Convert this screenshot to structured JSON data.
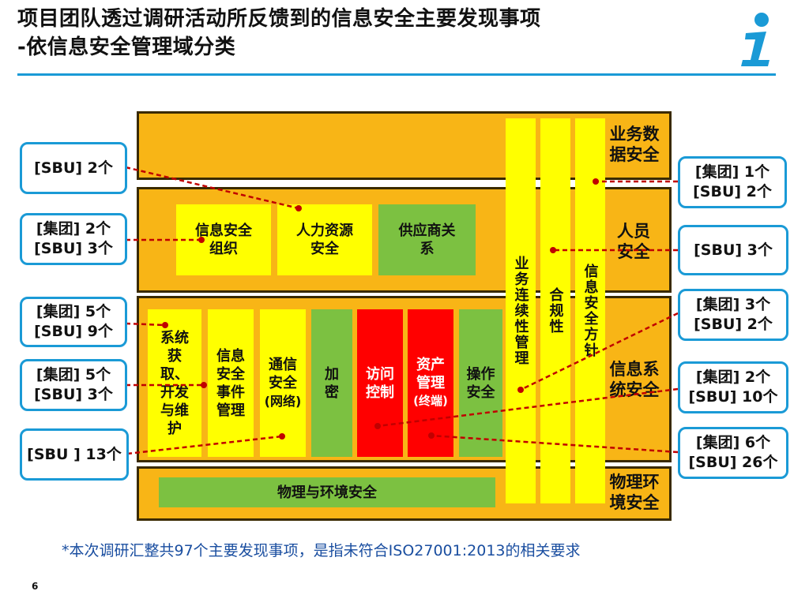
{
  "title": {
    "line1": "项目团队透过调研活动所反馈到的信息安全主要发现事项",
    "line2": "-依信息安全管理域分类"
  },
  "colors": {
    "accent": "#1a9ad6",
    "band": "#f8b516",
    "yellow": "#ffff00",
    "green": "#7cc141",
    "red": "#ff0000",
    "connector": "#c00000"
  },
  "icons": {
    "info": "info-icon"
  },
  "domains": {
    "business_data": "业务数据安全",
    "personnel": "人员安全",
    "info_system": "信息系统安全",
    "physical": "物理环境安全"
  },
  "boxes": {
    "org": "信息安全组织",
    "hr": "人力资源安全",
    "supplier": "供应商关系",
    "sys_dev": "系统获取、开发与维护",
    "incident": "信息安全事件管理",
    "comm": "通信安全",
    "comm_sub": "(网络)",
    "crypto": "加密",
    "access": "访问控制",
    "asset": "资产管理",
    "asset_sub": "(终端)",
    "ops": "操作安全",
    "physical_env": "物理与环境安全",
    "bcm": "业务连续性管理",
    "compliance": "合规性",
    "policy": "信息安全方针"
  },
  "callouts": [
    {
      "lines": [
        "[SBU] 2个"
      ]
    },
    {
      "lines": [
        "[集团] 2个",
        "[SBU] 3个"
      ]
    },
    {
      "lines": [
        "[集团] 5个",
        "[SBU] 9个"
      ]
    },
    {
      "lines": [
        "[集团] 5个",
        "[SBU] 3个"
      ]
    },
    {
      "lines": [
        "[SBU ] 13个"
      ]
    },
    {
      "lines": [
        "[集团] 1个",
        "[SBU] 2个"
      ]
    },
    {
      "lines": [
        "[SBU] 3个"
      ]
    },
    {
      "lines": [
        "[集团] 3个",
        "[SBU] 2个"
      ]
    },
    {
      "lines": [
        "[集团]   2个",
        "[SBU] 10个"
      ]
    },
    {
      "lines": [
        "[集团]   6个",
        "[SBU] 26个"
      ]
    }
  ],
  "footnote": "*本次调研汇整共97个主要发现事项，是指未符合ISO27001:2013的相关要求",
  "page_number": "6"
}
